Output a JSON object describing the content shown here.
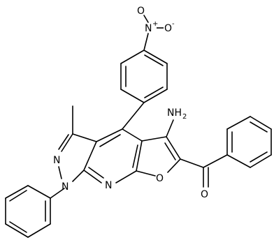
{
  "diagram": {
    "type": "chemical-structure",
    "atoms": {
      "nitro_o_top": "O",
      "nitro_n": "N",
      "nitro_n_charge": "+",
      "nitro_o_right": "O",
      "nitro_o_right_charge": "-",
      "amine_n": "NH",
      "amine_h_count": "2",
      "pyrazole_n_upper": "N",
      "pyrazole_n_lower": "N",
      "pyridine_n": "N",
      "furan_o": "O",
      "ketone_o": "O"
    },
    "colors": {
      "bond": "#000000",
      "label": "#000000",
      "background": "#ffffff"
    }
  }
}
